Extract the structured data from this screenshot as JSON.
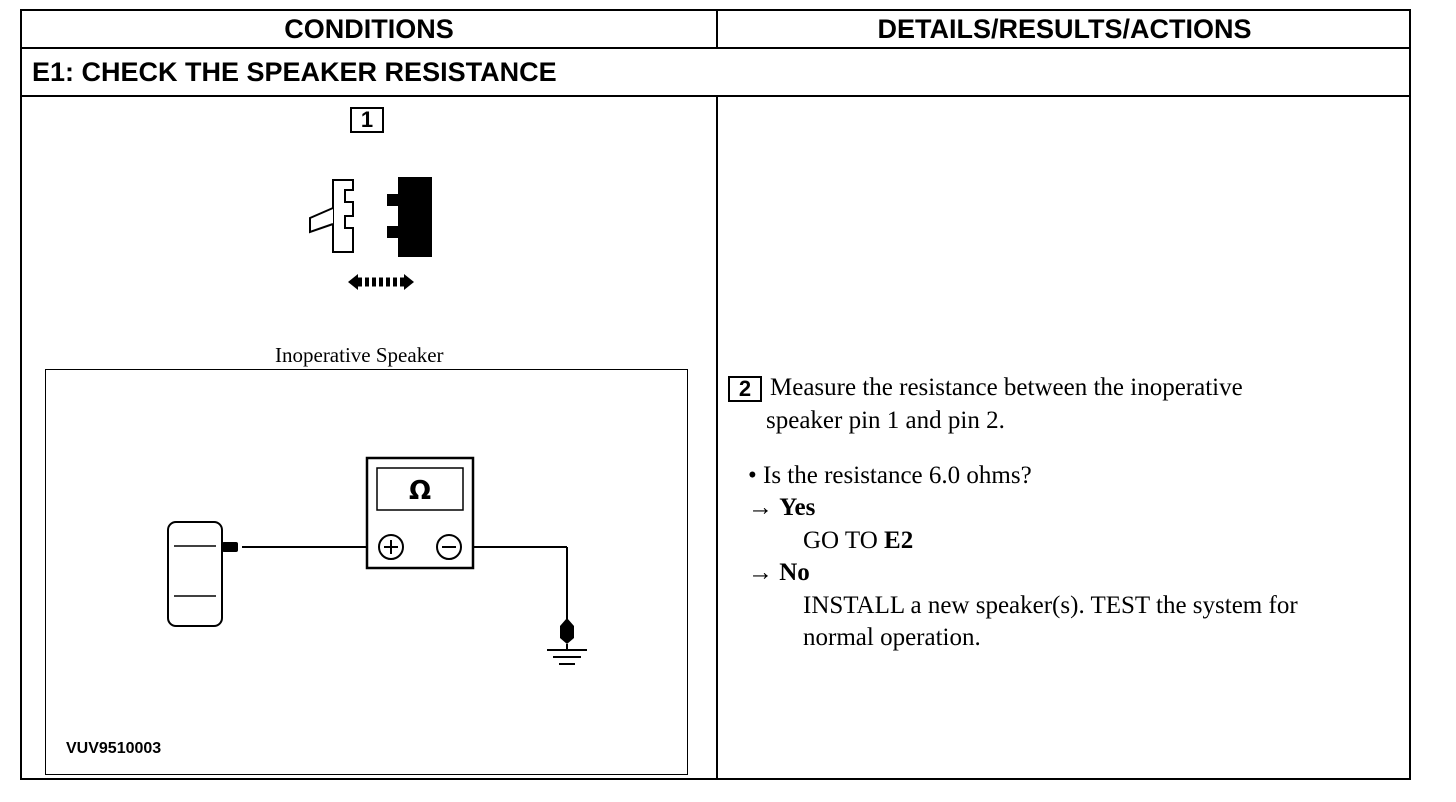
{
  "header": {
    "conditions": "CONDITIONS",
    "details": "DETAILS/RESULTS/ACTIONS"
  },
  "section": {
    "title": "E1: CHECK THE SPEAKER RESISTANCE"
  },
  "step1": {
    "number": "1",
    "caption": "Inoperative Speaker",
    "meter_symbol": "Ω",
    "figure_code": "VUV9510003",
    "icons": [
      "connector-disconnect-icon",
      "ohmmeter-icon",
      "speaker-icon",
      "ground-icon"
    ]
  },
  "step2": {
    "number": "2",
    "instruction_line1": "Measure the resistance between the inoperative",
    "instruction_line2": "speaker pin 1 and pin 2.",
    "question": "• Is the resistance 6.0 ohms?",
    "yes_arrow": "→",
    "yes_label": "Yes",
    "yes_action_prefix": "GO TO ",
    "yes_action_target": "E2",
    "no_arrow": "→",
    "no_label": "No",
    "no_action_line1": "INSTALL a new speaker(s). TEST the system for",
    "no_action_line2": "normal operation."
  }
}
